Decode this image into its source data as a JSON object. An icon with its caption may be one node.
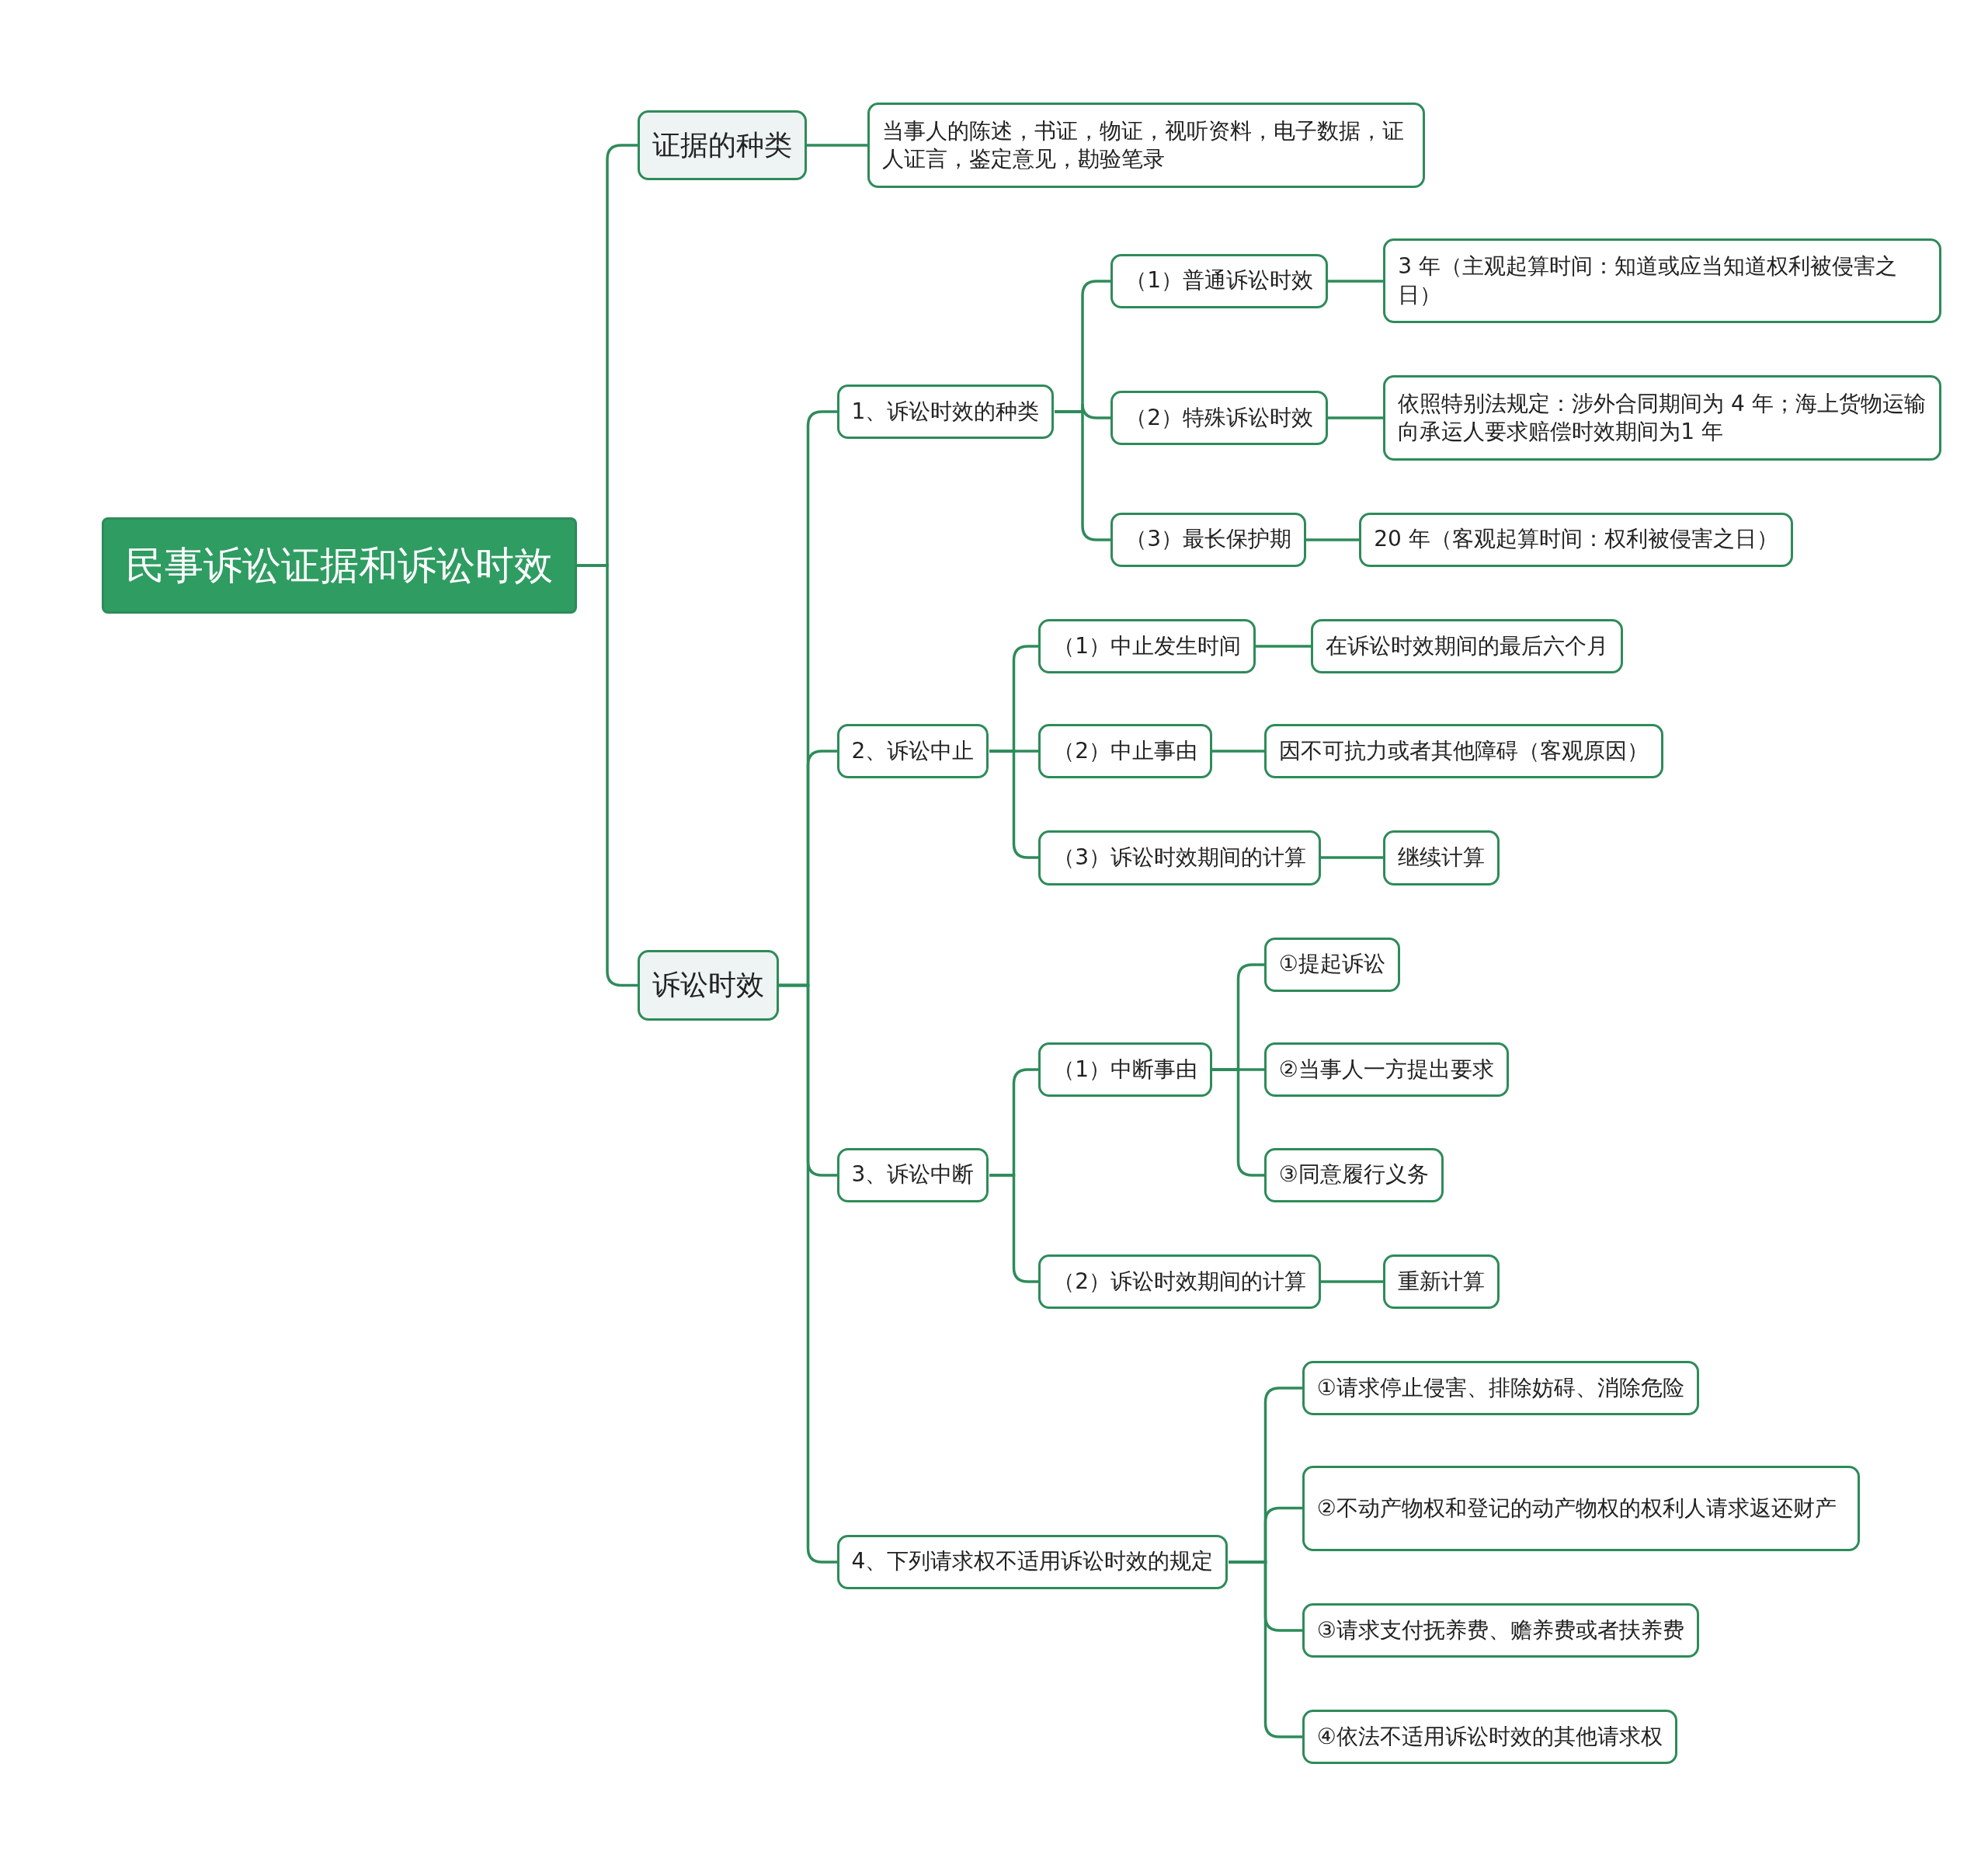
{
  "diagram": {
    "nodes": [
      {
        "text": [
          "民事诉讼证据和诉讼时效"
        ]
      },
      {
        "text": [
          "证据的种类"
        ]
      },
      {
        "text": [
          "当事人的陈述，书证，物证，视听资料，电子数据，证人证言，鉴定意见，勘验笔录"
        ]
      },
      {
        "text": [
          "诉讼时效"
        ]
      },
      {
        "text": [
          "1、诉讼时效的种类"
        ]
      },
      {
        "text": [
          "（1）普通诉讼时效"
        ]
      },
      {
        "text": [
          "3 年（主观起算时间：知道或应当知道权利被侵害之日）"
        ]
      },
      {
        "text": [
          "（2）特殊诉讼时效"
        ]
      },
      {
        "text": [
          "依照特别法规定：涉外合同期间为 4 年；海上货物运输向承运人要求赔偿时效期间为1 年"
        ]
      },
      {
        "text": [
          "（3）最长保护期"
        ]
      },
      {
        "text": [
          "20 年（客观起算时间：权利被侵害之日）"
        ]
      },
      {
        "text": [
          "2、诉讼中止"
        ]
      },
      {
        "text": [
          "（1）中止发生时间"
        ]
      },
      {
        "text": [
          "在诉讼时效期间的最后六个月"
        ]
      },
      {
        "text": [
          "（2）中止事由"
        ]
      },
      {
        "text": [
          "因不可抗力或者其他障碍（客观原因）"
        ]
      },
      {
        "text": [
          "（3）诉讼时效期间的计算"
        ]
      },
      {
        "text": [
          "继续计算"
        ]
      },
      {
        "text": [
          "3、诉讼中断"
        ]
      },
      {
        "text": [
          "（1）中断事由"
        ]
      },
      {
        "text": [
          "①提起诉讼"
        ]
      },
      {
        "text": [
          "②当事人一方提出要求"
        ]
      },
      {
        "text": [
          "③同意履行义务"
        ]
      },
      {
        "text": [
          "（2）诉讼时效期间的计算"
        ]
      },
      {
        "text": [
          "重新计算"
        ]
      },
      {
        "text": [
          "4、下列请求权不适用诉讼时效的规定"
        ]
      },
      {
        "text": [
          "①请求停止侵害、排除妨碍、消除危险"
        ]
      },
      {
        "text": [
          "②不动产物权和登记的动产物权的权利人请求返还财产"
        ]
      },
      {
        "text": [
          "③请求支付抚养费、赡养费或者扶养费"
        ]
      },
      {
        "text": [
          "④依法不适用诉讼时效的其他请求权"
        ]
      }
    ],
    "edges": [
      {
        "from": 0,
        "to": 1,
        "arrow": "none"
      },
      {
        "from": 1,
        "to": 2,
        "arrow": "none"
      },
      {
        "from": 0,
        "to": 3,
        "arrow": "none"
      },
      {
        "from": 3,
        "to": 4,
        "arrow": "none"
      },
      {
        "from": 4,
        "to": 5,
        "arrow": "none"
      },
      {
        "from": 5,
        "to": 6,
        "arrow": "none"
      },
      {
        "from": 4,
        "to": 7,
        "arrow": "none"
      },
      {
        "from": 7,
        "to": 8,
        "arrow": "none"
      },
      {
        "from": 4,
        "to": 9,
        "arrow": "none"
      },
      {
        "from": 9,
        "to": 10,
        "arrow": "none"
      },
      {
        "from": 3,
        "to": 11,
        "arrow": "none"
      },
      {
        "from": 11,
        "to": 12,
        "arrow": "none"
      },
      {
        "from": 12,
        "to": 13,
        "arrow": "none"
      },
      {
        "from": 11,
        "to": 14,
        "arrow": "none"
      },
      {
        "from": 14,
        "to": 15,
        "arrow": "none"
      },
      {
        "from": 11,
        "to": 16,
        "arrow": "none"
      },
      {
        "from": 16,
        "to": 17,
        "arrow": "none"
      },
      {
        "from": 3,
        "to": 18,
        "arrow": "none"
      },
      {
        "from": 18,
        "to": 19,
        "arrow": "none"
      },
      {
        "from": 19,
        "to": 20,
        "arrow": "none"
      },
      {
        "from": 19,
        "to": 21,
        "arrow": "none"
      },
      {
        "from": 19,
        "to": 22,
        "arrow": "none"
      },
      {
        "from": 18,
        "to": 23,
        "arrow": "none"
      },
      {
        "from": 23,
        "to": 24,
        "arrow": "none"
      },
      {
        "from": 3,
        "to": 25,
        "arrow": "none"
      },
      {
        "from": 25,
        "to": 26,
        "arrow": "none"
      },
      {
        "from": 25,
        "to": 27,
        "arrow": "none"
      },
      {
        "from": 25,
        "to": 28,
        "arrow": "none"
      },
      {
        "from": 25,
        "to": 29,
        "arrow": "none"
      }
    ]
  }
}
